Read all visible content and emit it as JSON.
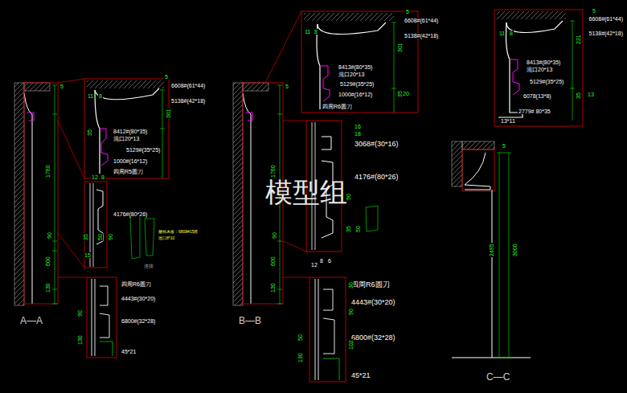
{
  "diagram": {
    "labels": [
      "A—A",
      "5",
      "1760",
      "90",
      "600",
      "130",
      "5",
      "6608#(61*44)",
      "5138#(42*18)",
      "11",
      "8",
      "301",
      "35",
      "8412#(80*35)",
      "混口20*13",
      "5129#(35*25)",
      "1000#(16*12)",
      "四周R5圆刀",
      "4176#(80*26)",
      "90",
      "35",
      "50",
      "15",
      "8",
      "12",
      "腰线木板：6808#15厚",
      "混口8*10",
      "连接",
      "四周R6圆刀",
      "4443#(30*20)",
      "6800#(32*28)",
      "45*21",
      "130",
      "90",
      "B—B",
      "5",
      "1760",
      "90",
      "600",
      "130",
      "6608#(61*44)",
      "5138#(42*18)",
      "5",
      "11",
      "8",
      "8413#(80*35)",
      "混口20*13",
      "5129#(35*25)",
      "1000#(16*12)",
      "四周R6圆刀",
      "301",
      "35",
      "20",
      "16",
      "18",
      "3068#(30*16)",
      "4176#(80*26)",
      "90",
      "35",
      "50",
      "12",
      "8",
      "6",
      "四周R6圆刀",
      "4443#(30*20)",
      "6800#(32*28)",
      "45*21",
      "50",
      "130",
      "30",
      "90",
      "102",
      "C—C",
      "6608#(61*44)",
      "5138#(42*18)",
      "5",
      "11",
      "8",
      "221",
      "8413#(80*35)",
      "混口20*13",
      "5129#(35*25)",
      "6078(13*8)",
      "35",
      "13",
      "2779# 80*35",
      "13*11",
      "3000",
      "2495",
      "5",
      "模型组"
    ]
  }
}
